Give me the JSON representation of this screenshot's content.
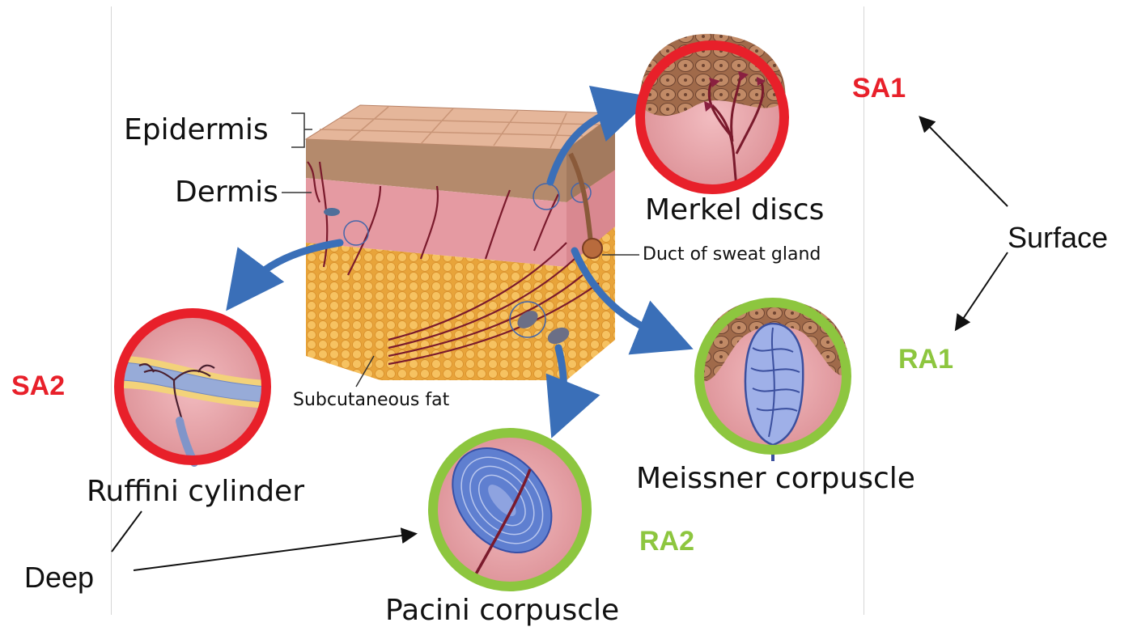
{
  "colors": {
    "slow_adapting": "#e8202a",
    "rapid_adapting": "#8dc63f",
    "arrow_blue": "#3a6fb8",
    "skin_pink": "#e9a3a8",
    "fat_orange": "#f0b44a",
    "epidermis_tan": "#d9a98c"
  },
  "layer_labels": {
    "epidermis": "Epidermis",
    "dermis": "Dermis",
    "subcutaneous": "Subcutaneous fat",
    "sweat_duct": "Duct of sweat gland"
  },
  "receptors": {
    "merkel": {
      "name": "Merkel discs",
      "code": "SA1"
    },
    "meissner": {
      "name": "Meissner corpuscle",
      "code": "RA1"
    },
    "ruffini": {
      "name": "Ruffini cylinder",
      "code": "SA2"
    },
    "pacini": {
      "name": "Pacini corpuscle",
      "code": "RA2"
    }
  },
  "depth_labels": {
    "surface": "Surface",
    "deep": "Deep"
  }
}
